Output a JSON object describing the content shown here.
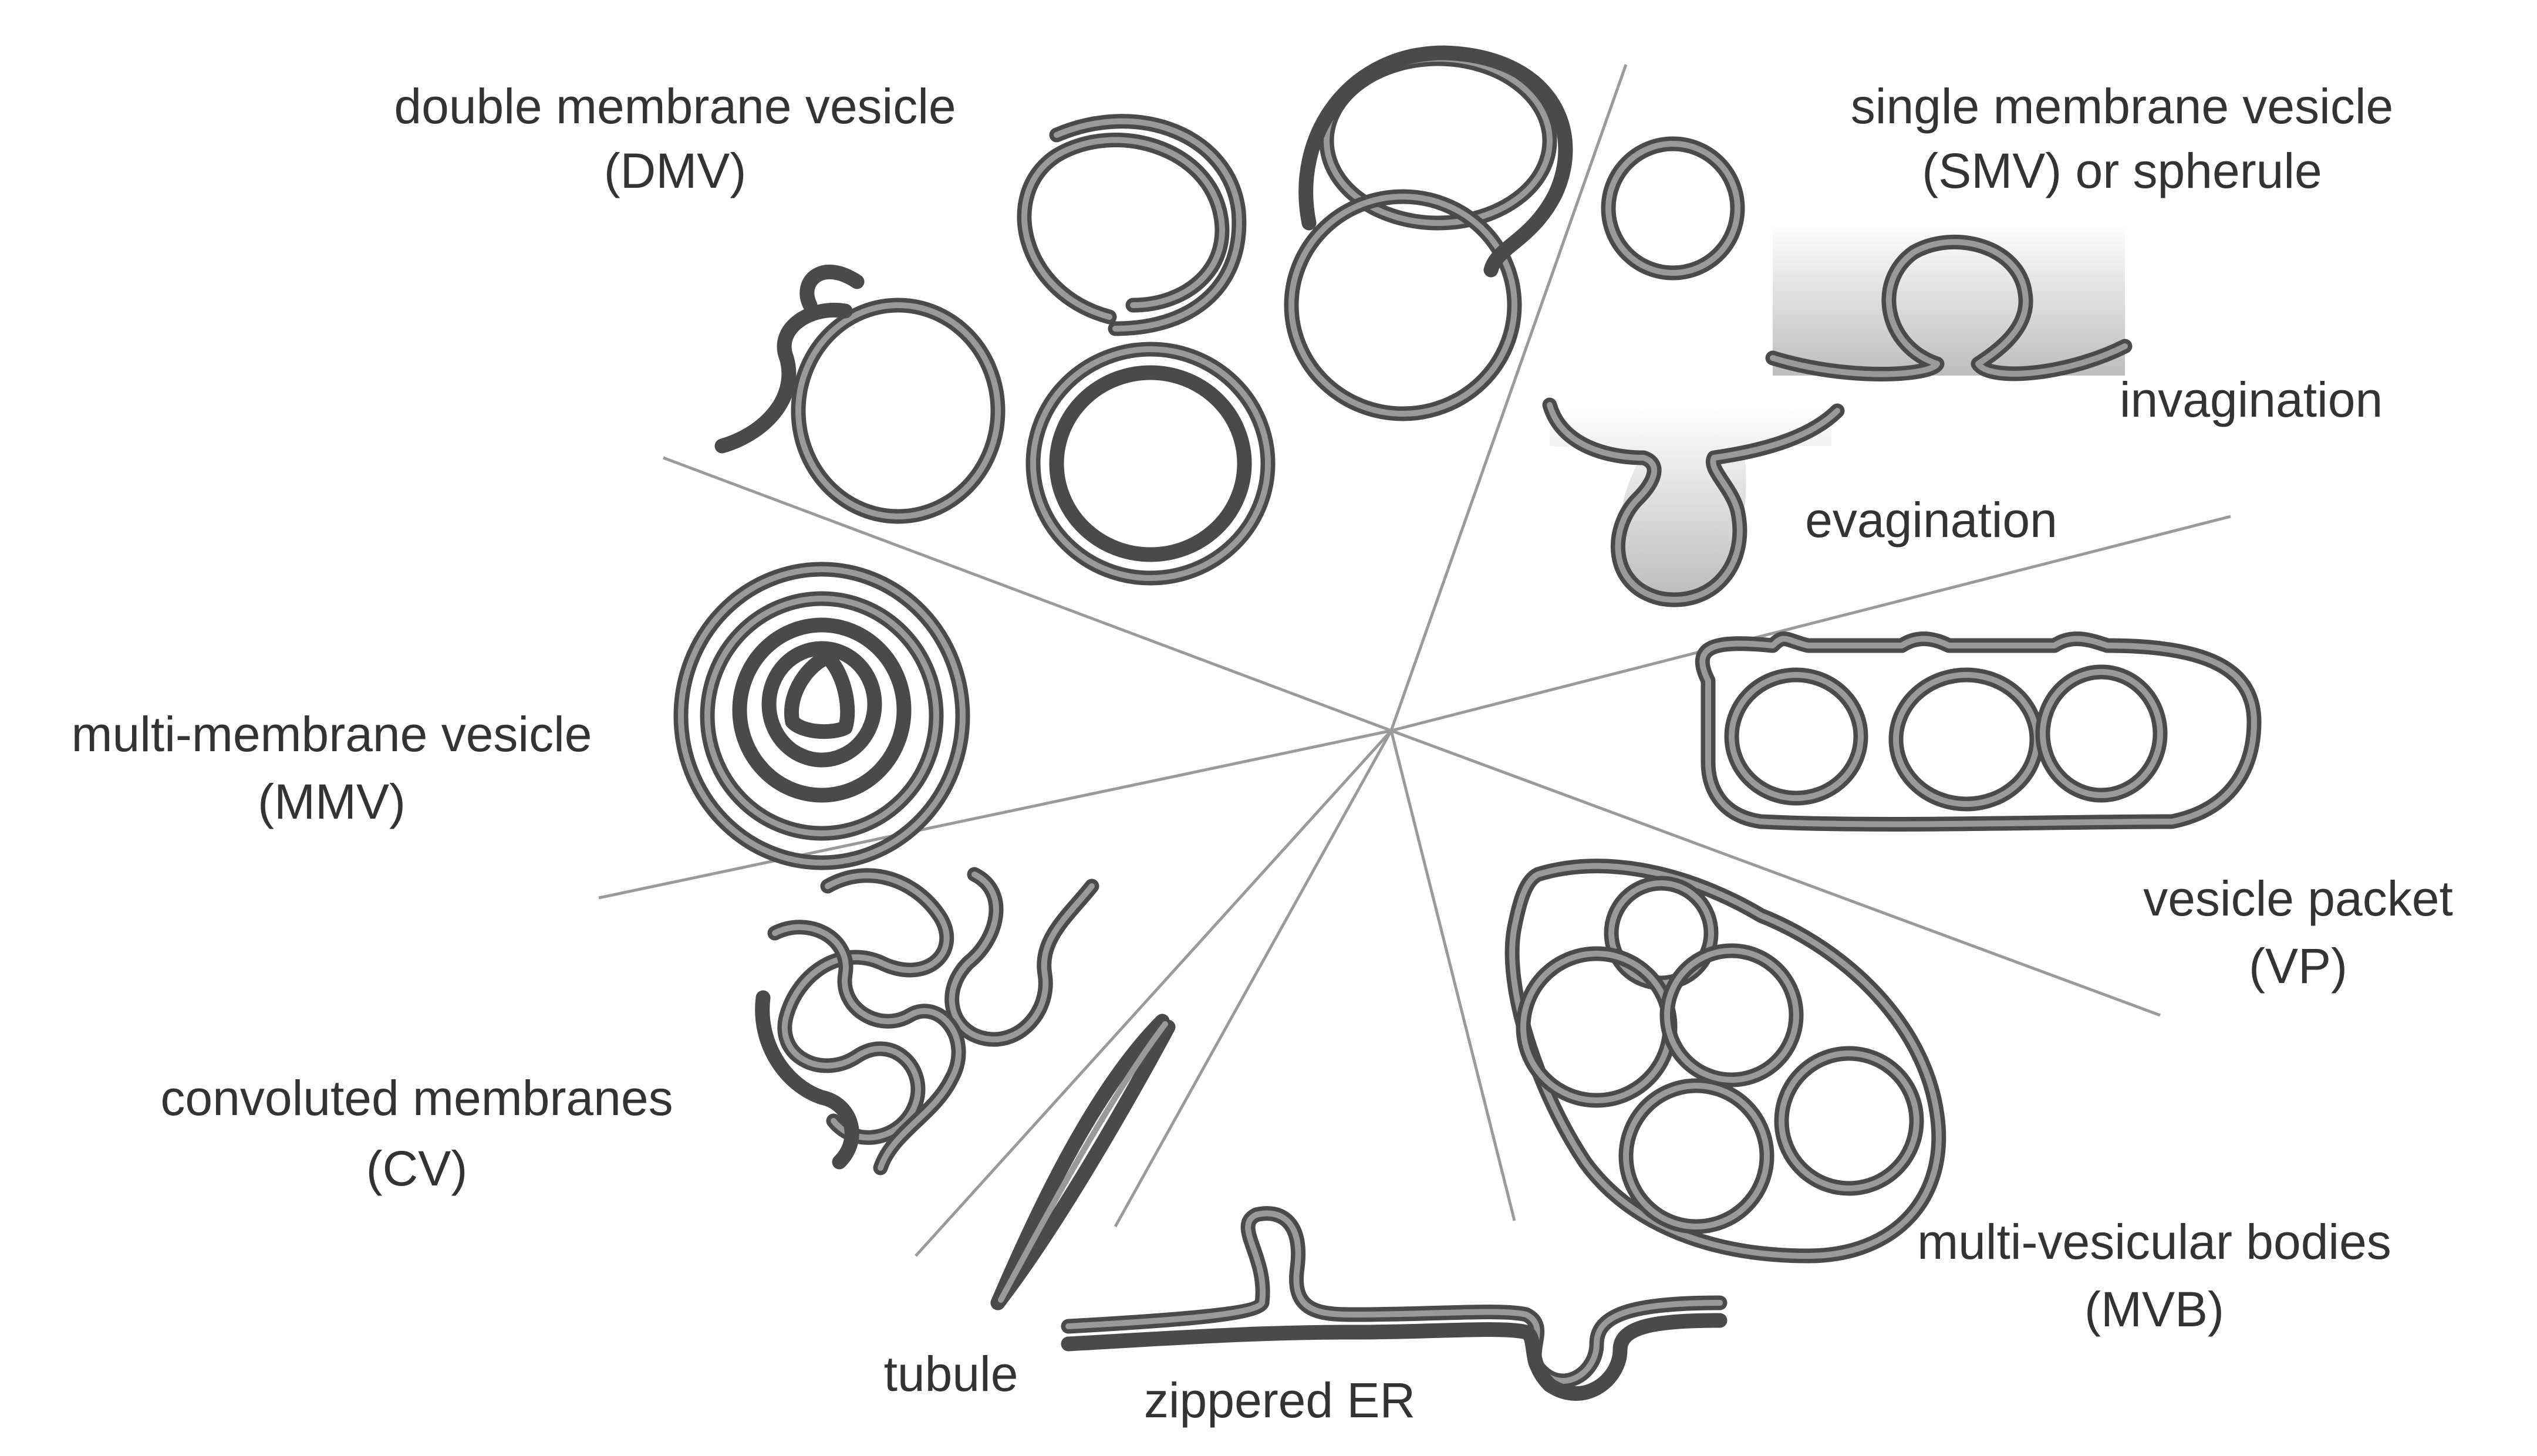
{
  "labels": {
    "dmv": {
      "line1": "double membrane vesicle",
      "line2": "(DMV)"
    },
    "smv": {
      "line1": "single membrane vesicle",
      "line2": "(SMV) or spherule"
    },
    "invagination": "invagination",
    "evagination": "evagination",
    "mmv": {
      "line1": "multi-membrane vesicle",
      "line2": "(MMV)"
    },
    "vp": {
      "line1": "vesicle packet",
      "line2": "(VP)"
    },
    "cv": {
      "line1": "convoluted membranes",
      "line2": "(CV)"
    },
    "mvb": {
      "line1": "multi-vesicular bodies",
      "line2": "(MVB)"
    },
    "tubule": "tubule",
    "zippered_er": "zippered ER"
  },
  "colors": {
    "membrane": "#4a4a4a",
    "membrane_core": "#9a9a9a",
    "divider": "#9a9a9a",
    "text": "#333333"
  }
}
